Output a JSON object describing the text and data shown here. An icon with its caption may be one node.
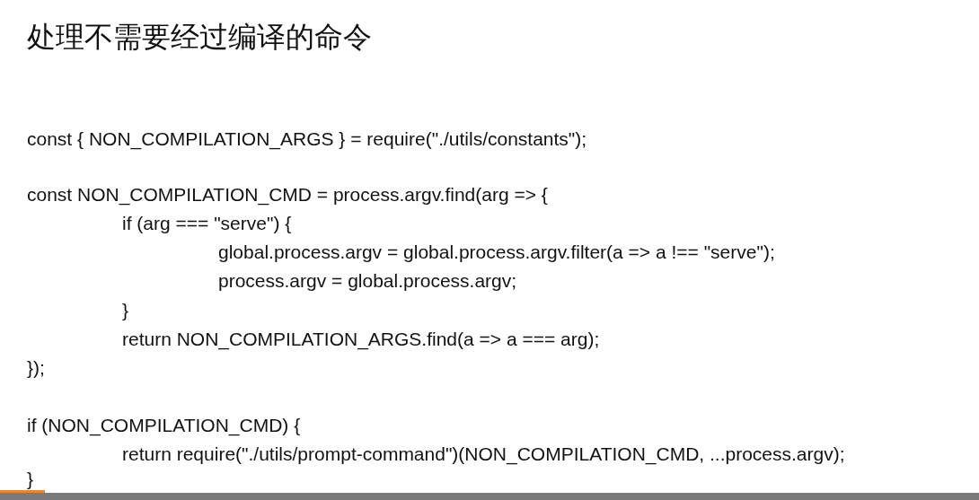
{
  "diagram": {
    "title": "处理不需要经过编译的命令",
    "labels": [
      "const { NON_COMPILATION_ARGS } = require(\"./utils/constants\");",
      "const NON_COMPILATION_CMD = process.argv.find(arg => {",
      "if (arg === \"serve\") {",
      "global.process.argv = global.process.argv.filter(a => a !== \"serve\");",
      "process.argv = global.process.argv;",
      "}",
      "return NON_COMPILATION_ARGS.find(a => a === arg);",
      "});",
      "if (NON_COMPILATION_CMD) {",
      "return require(\"./utils/prompt-command\")(NON_COMPILATION_CMD, ...process.argv);",
      "}"
    ]
  }
}
